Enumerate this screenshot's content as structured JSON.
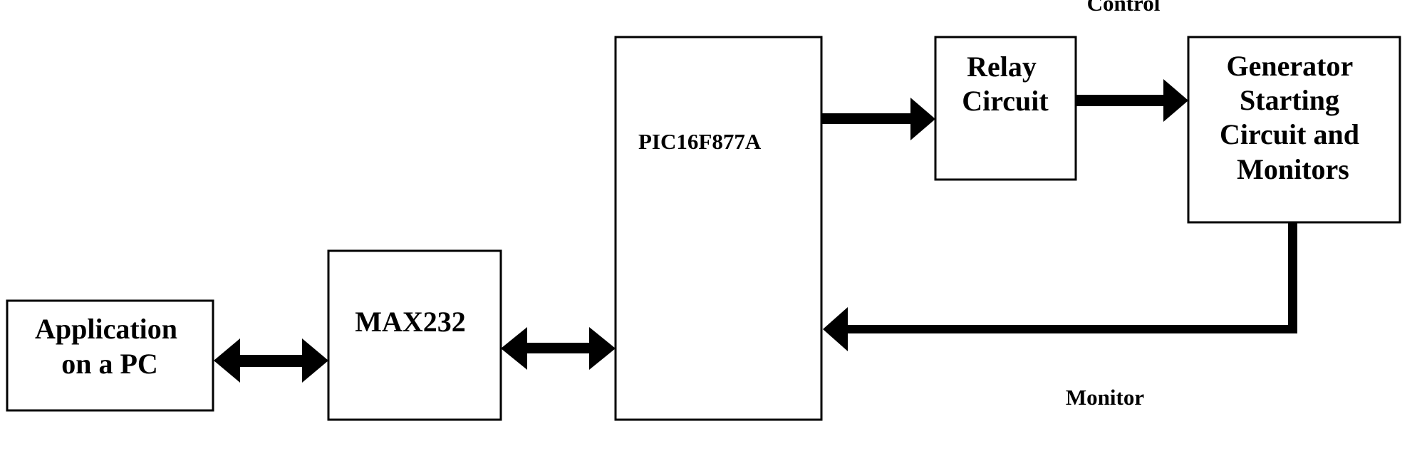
{
  "diagram": {
    "blocks": {
      "application": {
        "lines": [
          "Application",
          "on a PC"
        ]
      },
      "max232": {
        "lines": [
          "MAX232"
        ]
      },
      "pic": {
        "lines": [
          "PIC16F877A"
        ]
      },
      "relay": {
        "lines": [
          "Relay",
          "Circuit"
        ]
      },
      "generator": {
        "lines": [
          "Generator",
          "Starting",
          "Circuit and",
          "Monitors"
        ]
      }
    },
    "edge_labels": {
      "control": "Control",
      "monitor": "Monitor"
    },
    "connections": [
      {
        "from": "application",
        "to": "max232",
        "direction": "bidirectional"
      },
      {
        "from": "max232",
        "to": "pic",
        "direction": "bidirectional"
      },
      {
        "from": "pic",
        "to": "relay",
        "direction": "forward"
      },
      {
        "from": "relay",
        "to": "generator",
        "direction": "forward"
      },
      {
        "from": "generator",
        "to": "pic",
        "direction": "forward",
        "label": "monitor"
      }
    ],
    "colors": {
      "line": "#000000",
      "background": "#ffffff"
    }
  }
}
